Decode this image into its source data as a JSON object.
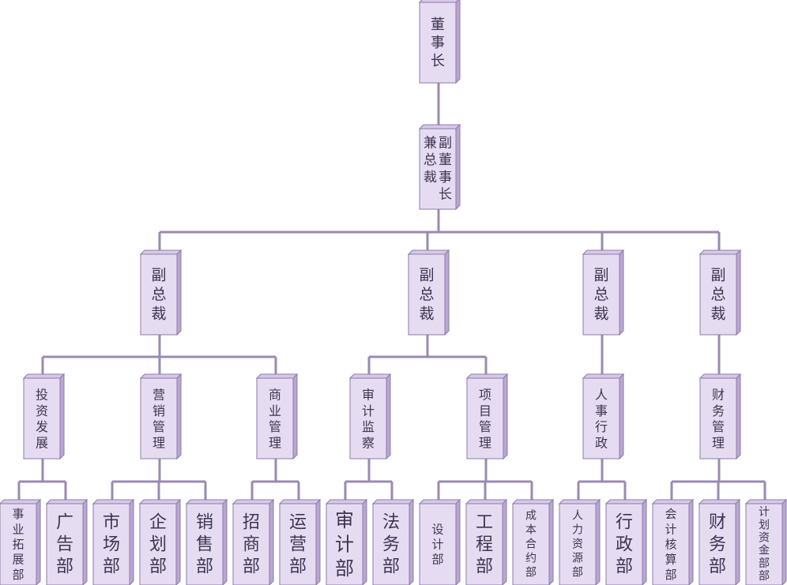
{
  "colors": {
    "box_front": "#e6dcf2",
    "box_top": "#d6c9e8",
    "box_side": "#b9a7d2",
    "border": "#8e7aaa",
    "connector": "#9a8ab2",
    "text": "#3d3552"
  },
  "nodes": [
    {
      "id": "chairman",
      "label": "董事长"
    },
    {
      "id": "vice-chairman-president",
      "label": "副董事长兼总裁"
    },
    {
      "id": "vp-1",
      "label": "副总裁"
    },
    {
      "id": "vp-2",
      "label": "副总裁"
    },
    {
      "id": "vp-3",
      "label": "副总裁"
    },
    {
      "id": "vp-4",
      "label": "副总裁"
    },
    {
      "id": "investment-development",
      "label": "投资发展"
    },
    {
      "id": "marketing-management",
      "label": "营销管理"
    },
    {
      "id": "commercial-management",
      "label": "商业管理"
    },
    {
      "id": "audit-supervision",
      "label": "审计监察"
    },
    {
      "id": "project-management",
      "label": "项目管理"
    },
    {
      "id": "hr-administration",
      "label": "人事行政"
    },
    {
      "id": "finance-management",
      "label": "财务管理"
    },
    {
      "id": "business-expansion-dept",
      "label": "事业拓展部"
    },
    {
      "id": "advertising-dept",
      "label": "广告部"
    },
    {
      "id": "market-dept",
      "label": "市场部"
    },
    {
      "id": "planning-dept",
      "label": "企划部"
    },
    {
      "id": "sales-dept",
      "label": "销售部"
    },
    {
      "id": "leasing-dept",
      "label": "招商部"
    },
    {
      "id": "operations-dept",
      "label": "运营部"
    },
    {
      "id": "audit-dept",
      "label": "审计部"
    },
    {
      "id": "legal-dept",
      "label": "法务部"
    },
    {
      "id": "design-dept",
      "label": "设计部"
    },
    {
      "id": "engineering-dept",
      "label": "工程部"
    },
    {
      "id": "cost-contract-dept",
      "label": "成本合约部"
    },
    {
      "id": "hr-dept",
      "label": "人力资源部"
    },
    {
      "id": "admin-dept",
      "label": "行政部"
    },
    {
      "id": "accounting-dept",
      "label": "会计核算部"
    },
    {
      "id": "finance-dept",
      "label": "财务部"
    },
    {
      "id": "capital-planning-dept",
      "label": "计划资金部部"
    }
  ],
  "edges": [
    [
      "chairman",
      "vice-chairman-president"
    ],
    [
      "vice-chairman-president",
      "vp-1"
    ],
    [
      "vice-chairman-president",
      "vp-2"
    ],
    [
      "vice-chairman-president",
      "vp-3"
    ],
    [
      "vice-chairman-president",
      "vp-4"
    ],
    [
      "vp-1",
      "investment-development"
    ],
    [
      "vp-1",
      "marketing-management"
    ],
    [
      "vp-1",
      "commercial-management"
    ],
    [
      "vp-2",
      "audit-supervision"
    ],
    [
      "vp-2",
      "project-management"
    ],
    [
      "vp-3",
      "hr-administration"
    ],
    [
      "vp-4",
      "finance-management"
    ],
    [
      "investment-development",
      "business-expansion-dept"
    ],
    [
      "investment-development",
      "advertising-dept"
    ],
    [
      "marketing-management",
      "market-dept"
    ],
    [
      "marketing-management",
      "planning-dept"
    ],
    [
      "marketing-management",
      "sales-dept"
    ],
    [
      "commercial-management",
      "leasing-dept"
    ],
    [
      "commercial-management",
      "operations-dept"
    ],
    [
      "audit-supervision",
      "audit-dept"
    ],
    [
      "audit-supervision",
      "legal-dept"
    ],
    [
      "project-management",
      "design-dept"
    ],
    [
      "project-management",
      "engineering-dept"
    ],
    [
      "project-management",
      "cost-contract-dept"
    ],
    [
      "hr-administration",
      "hr-dept"
    ],
    [
      "hr-administration",
      "admin-dept"
    ],
    [
      "finance-management",
      "accounting-dept"
    ],
    [
      "finance-management",
      "finance-dept"
    ],
    [
      "finance-management",
      "capital-planning-dept"
    ]
  ]
}
